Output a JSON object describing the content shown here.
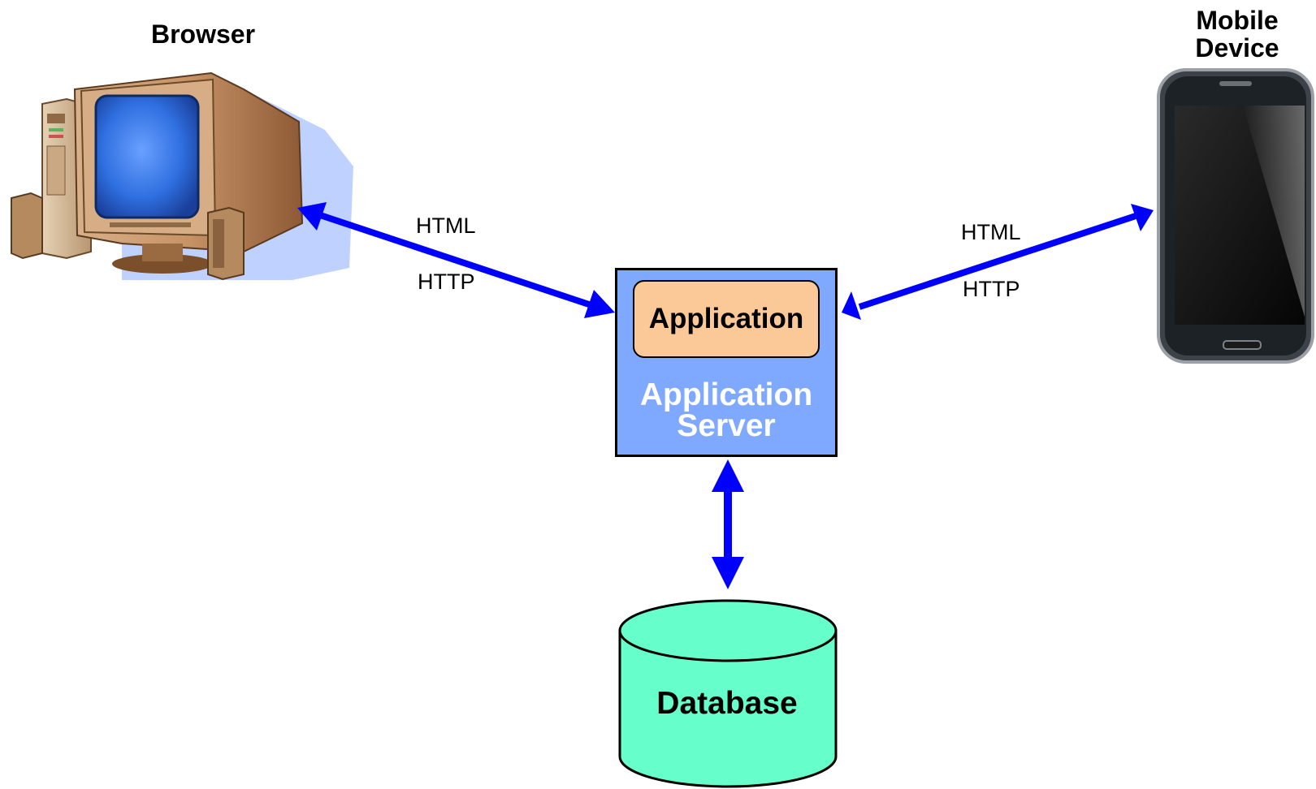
{
  "nodes": {
    "browser": {
      "label": "Browser"
    },
    "mobile": {
      "label": "Mobile\nDevice",
      "line1": "Mobile",
      "line2": "Device"
    },
    "application": {
      "label": "Application"
    },
    "server": {
      "label": "Application Server",
      "line1": "Application",
      "line2": "Server"
    },
    "database": {
      "label": "Database"
    }
  },
  "edges": [
    {
      "from": "browser",
      "to": "server",
      "labels": [
        "HTML",
        "HTTP"
      ]
    },
    {
      "from": "mobile",
      "to": "server",
      "labels": [
        "HTML",
        "HTTP"
      ]
    },
    {
      "from": "server",
      "to": "database",
      "labels": []
    }
  ],
  "colors": {
    "arrow": "#0000ff",
    "server_fill": "#7fa8ff",
    "application_fill": "#fbc898",
    "database_fill": "#66ffcc"
  }
}
